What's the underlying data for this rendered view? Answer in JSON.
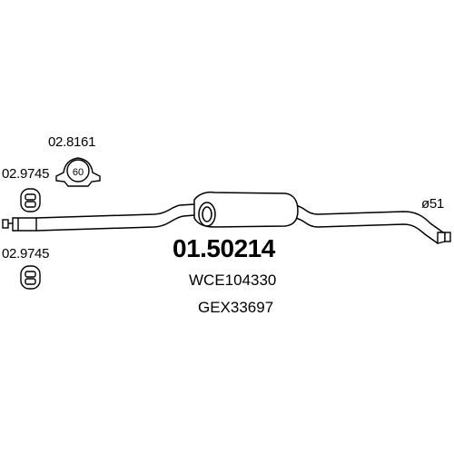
{
  "part_number": "01.50214",
  "cross_references": [
    "WCE104330",
    "GEX33697"
  ],
  "accessories": {
    "clamp": {
      "code": "02.8161",
      "size_label": "60"
    },
    "hanger_upper": {
      "code": "02.9745"
    },
    "hanger_lower": {
      "code": "02.9745"
    }
  },
  "pipe": {
    "diameter_label": "ø51"
  },
  "colors": {
    "line": "#000000",
    "background": "#ffffff"
  }
}
